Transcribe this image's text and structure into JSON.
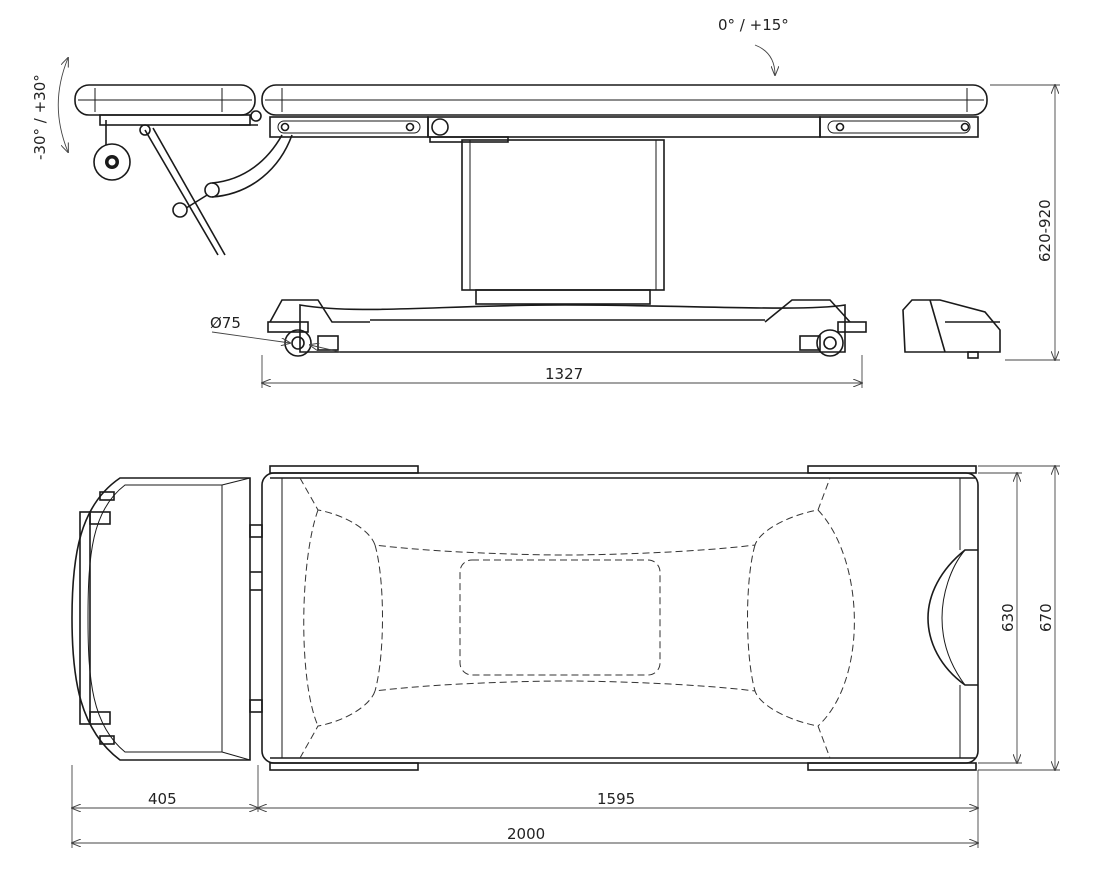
{
  "side_view": {
    "tilt_angle": "0° / +15°",
    "head_angle": "-30° / +30°",
    "height_range": "620-920",
    "wheel_diameter": "Ø75",
    "base_length": "1327"
  },
  "top_view": {
    "head_length": "405",
    "body_length": "1595",
    "total_length": "2000",
    "inner_width": "630",
    "outer_width": "670"
  }
}
